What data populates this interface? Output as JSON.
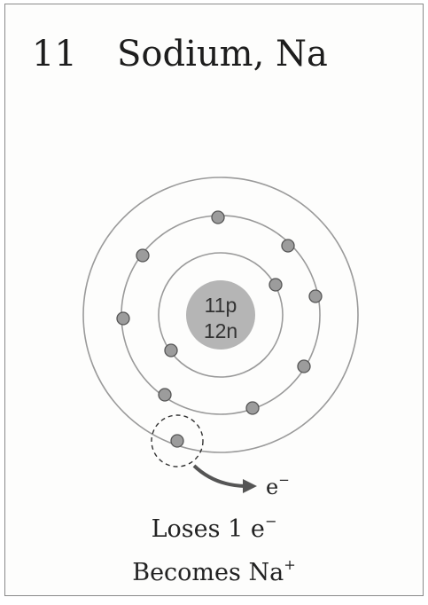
{
  "card": {
    "atomic_number": "11",
    "element_name": "Sodium, Na"
  },
  "nucleus": {
    "protons": "11p",
    "neutrons": "12n"
  },
  "shells": [
    {
      "electrons": 2
    },
    {
      "electrons": 8
    },
    {
      "electrons": 1
    }
  ],
  "lost_electron": {
    "label": "e",
    "charge": "−"
  },
  "captions": {
    "line1": "Loses 1 e",
    "line1_sup": "−",
    "line2": "Becomes Na",
    "line2_sup": "+"
  },
  "colors": {
    "nucleus": "#b5b5b5",
    "electron": "#9c9c9c",
    "shell": "#9a9a9a",
    "arrow": "#555555"
  }
}
